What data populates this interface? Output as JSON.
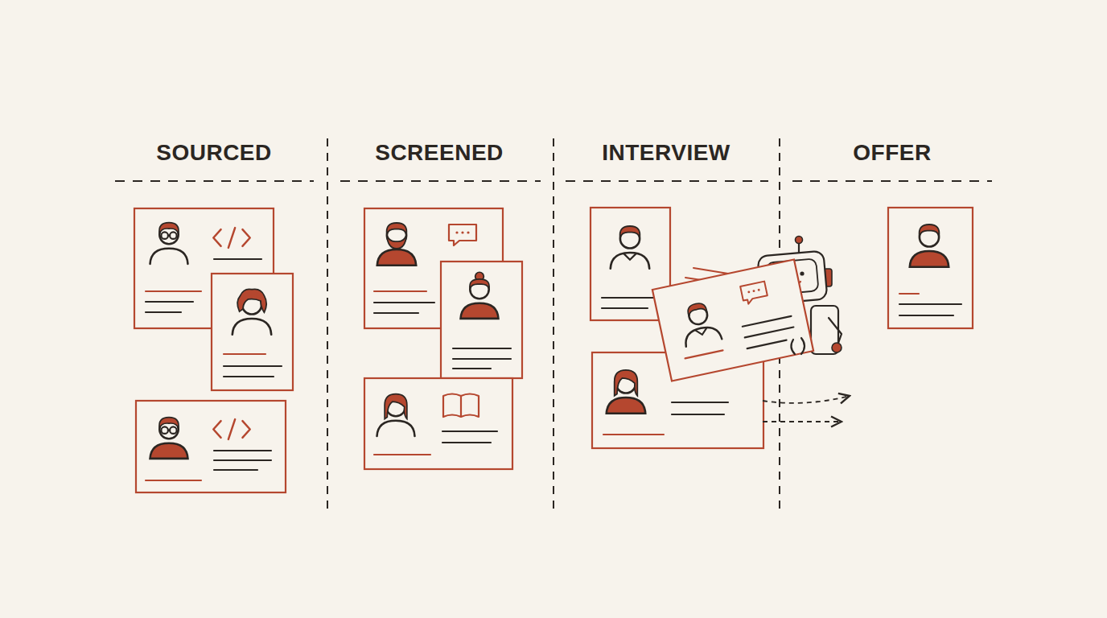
{
  "diagram": {
    "labels": [
      "SOURCED",
      "SCREENED",
      "INTERVIEW",
      "OFFER"
    ]
  }
}
